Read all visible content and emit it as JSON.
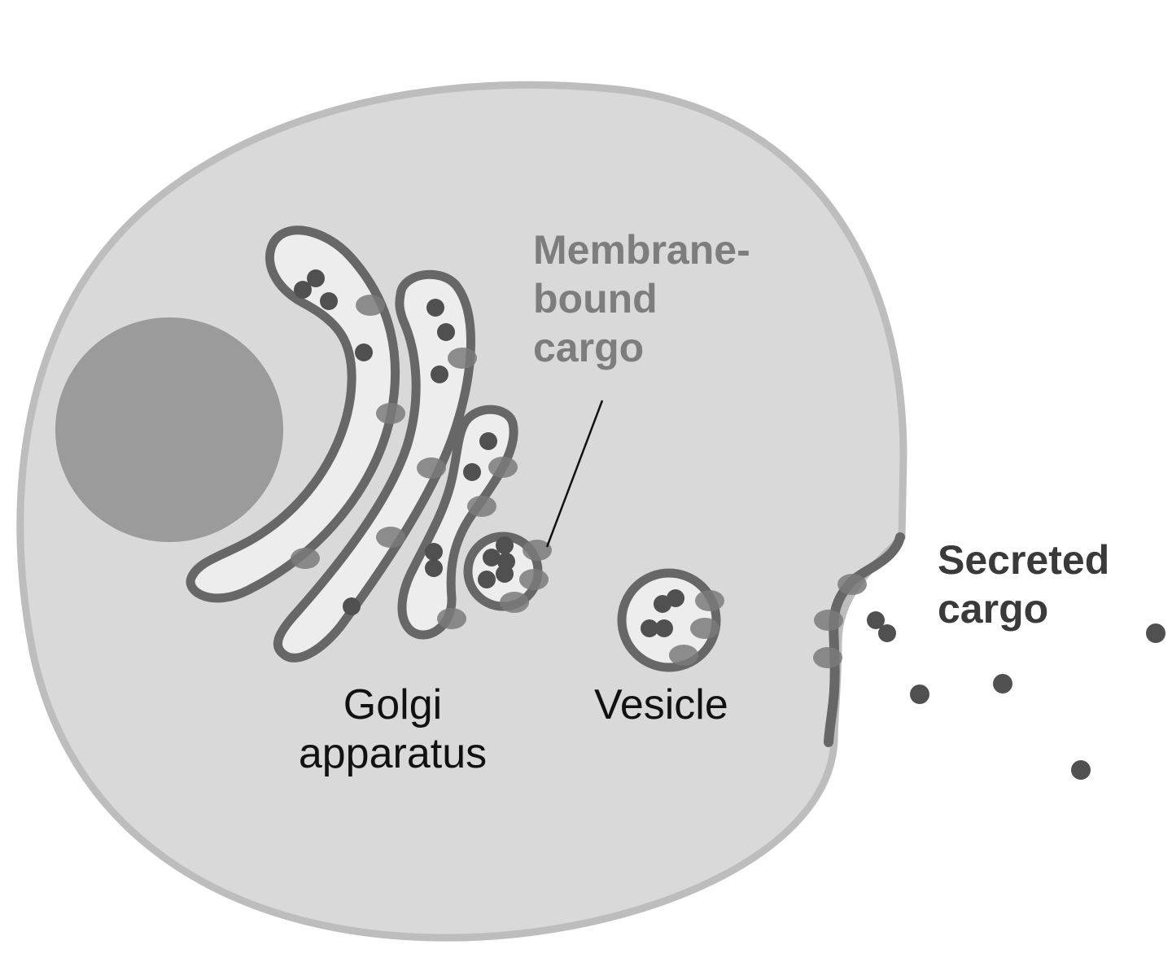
{
  "labels": {
    "golgi_line1": "Golgi",
    "golgi_line2": "apparatus",
    "vesicle": "Vesicle",
    "membrane_line1": "Membrane-",
    "membrane_line2": "bound",
    "membrane_line3": "cargo",
    "secreted_line1": "Secreted",
    "secreted_line2": "cargo"
  },
  "colors": {
    "background": "#ffffff",
    "cell_fill": "#d9d9d9",
    "cell_outline": "#bdbdbd",
    "nucleus": "#9b9b9b",
    "membrane_stroke": "#676767",
    "organelle_lumen": "#ededed",
    "free_cargo": "#505050",
    "membrane_cargo": "#7a7a7a",
    "pointer_line": "#111111",
    "membrane_label": "#7d7d7d",
    "secreted_label": "#3a3a3a"
  }
}
